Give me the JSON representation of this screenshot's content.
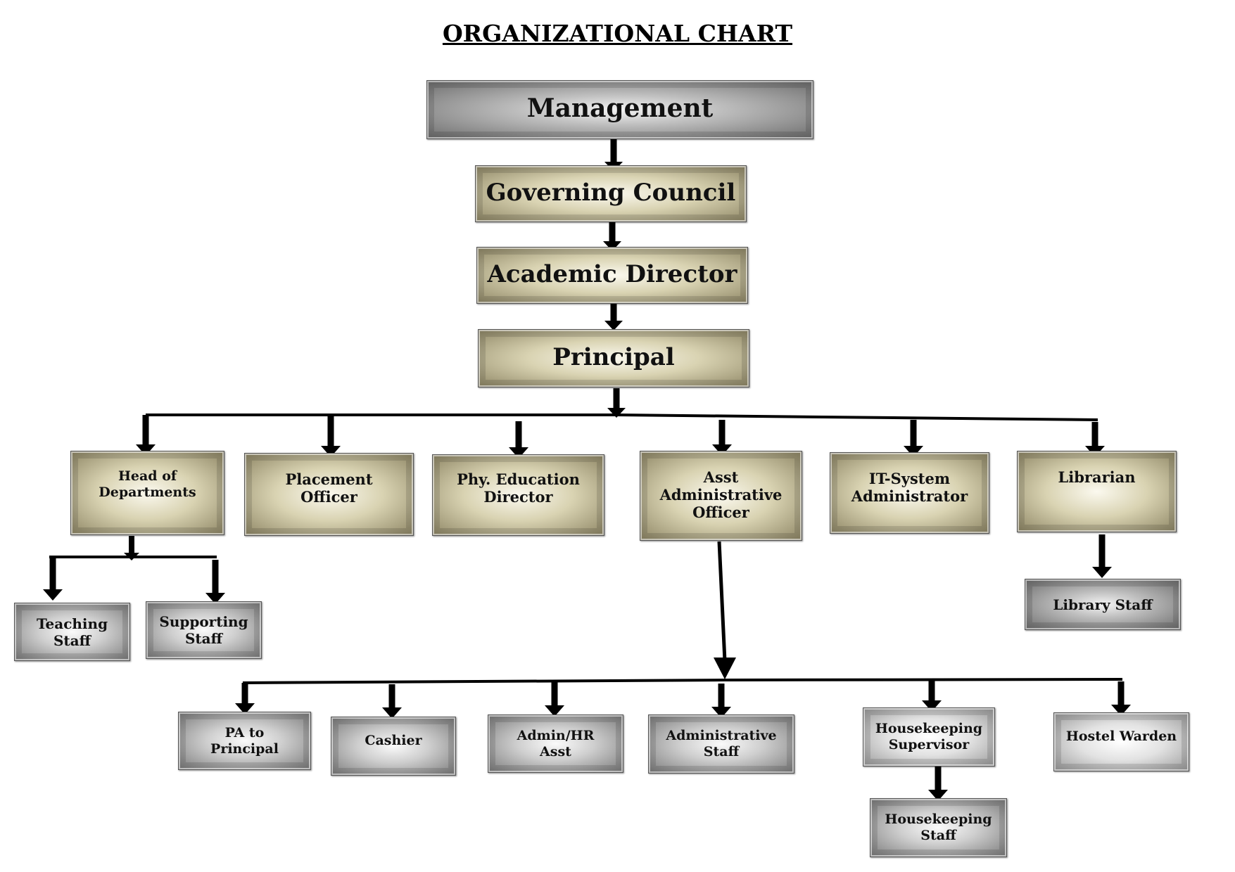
{
  "title": "ORGANIZATIONAL CHART",
  "colors": {
    "tan": "#cfc8a4",
    "gray": "#a6a6a6",
    "dark": "#7a7a7a",
    "connector": "#000000"
  },
  "nodes": {
    "management": "Management",
    "governing_council": "Governing Council",
    "academic_director": "Academic Director",
    "principal": "Principal",
    "head_of_departments": "Head of\nDepartments",
    "placement_officer": "Placement\nOfficer",
    "phy_education_director": "Phy. Education\nDirector",
    "asst_administrative_officer": "Asst\nAdministrative\nOfficer",
    "it_system_administrator": "IT-System\nAdministrator",
    "librarian": "Librarian",
    "teaching_staff": "Teaching\nStaff",
    "supporting_staff": "Supporting\nStaff",
    "library_staff": "Library Staff",
    "pa_to_principal": "PA to\nPrincipal",
    "cashier": "Cashier",
    "admin_hr_asst": "Admin/HR\nAsst",
    "administrative_staff": "Administrative\nStaff",
    "housekeeping_supervisor": "Housekeeping\nSupervisor",
    "hostel_warden": "Hostel Warden",
    "housekeeping_staff": "Housekeeping\nStaff"
  }
}
